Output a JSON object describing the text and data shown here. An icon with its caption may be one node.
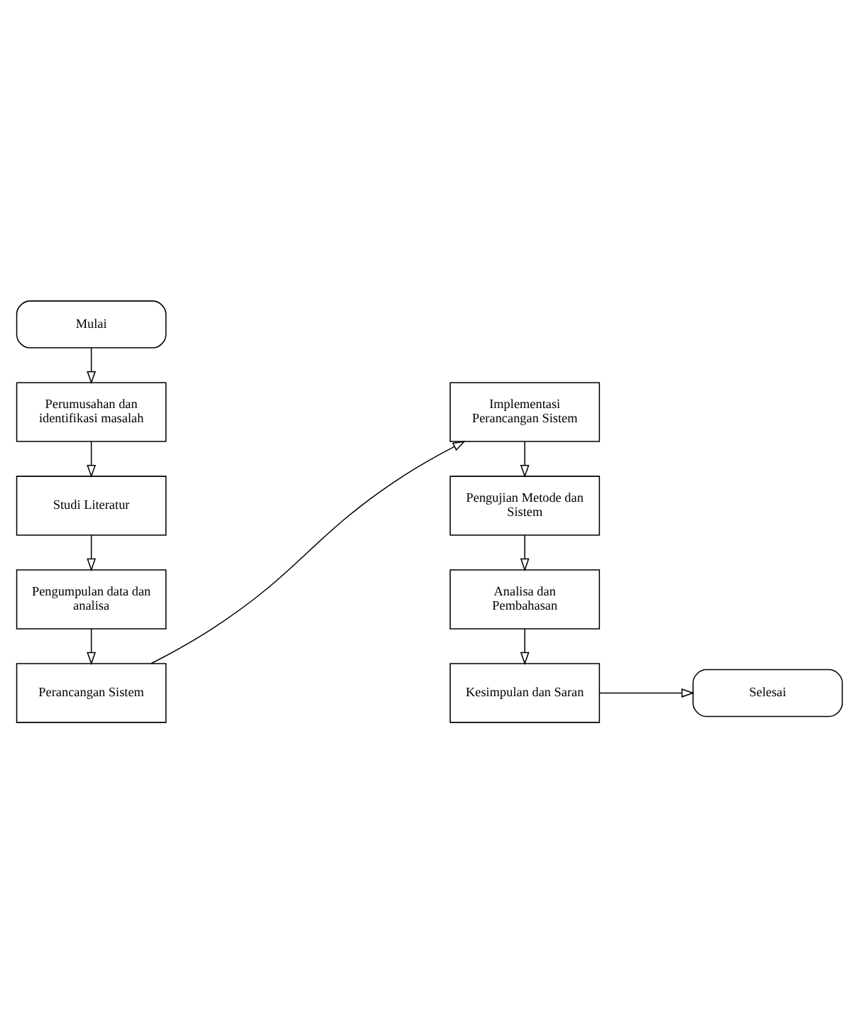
{
  "diagram": {
    "nodes": [
      {
        "text": [
          "Mulai"
        ]
      },
      {
        "text": [
          "Perumusahan dan identifikasi masalah"
        ]
      },
      {
        "text": [
          "Studi Literatur"
        ]
      },
      {
        "text": [
          "Pengumpulan data dan analisa"
        ]
      },
      {
        "text": [
          "Perancangan Sistem"
        ]
      },
      {
        "text": [
          "Implementasi Perancangan Sistem"
        ]
      },
      {
        "text": [
          "Pengujian Metode dan Sistem"
        ]
      },
      {
        "text": [
          "Analisa dan Pembahasan"
        ]
      },
      {
        "text": [
          "Kesimpulan dan Saran"
        ]
      },
      {
        "text": [
          "Selesai"
        ]
      }
    ],
    "edges": [
      {
        "from": 0,
        "to": 1,
        "arrow": "to"
      },
      {
        "from": 1,
        "to": 2,
        "arrow": "to"
      },
      {
        "from": 2,
        "to": 3,
        "arrow": "to"
      },
      {
        "from": 3,
        "to": 4,
        "arrow": "to"
      },
      {
        "from": 4,
        "to": 5,
        "arrow": "to"
      },
      {
        "from": 5,
        "to": 6,
        "arrow": "to"
      },
      {
        "from": 6,
        "to": 7,
        "arrow": "to"
      },
      {
        "from": 7,
        "to": 8,
        "arrow": "to"
      },
      {
        "from": 8,
        "to": 9,
        "arrow": "to"
      }
    ]
  }
}
